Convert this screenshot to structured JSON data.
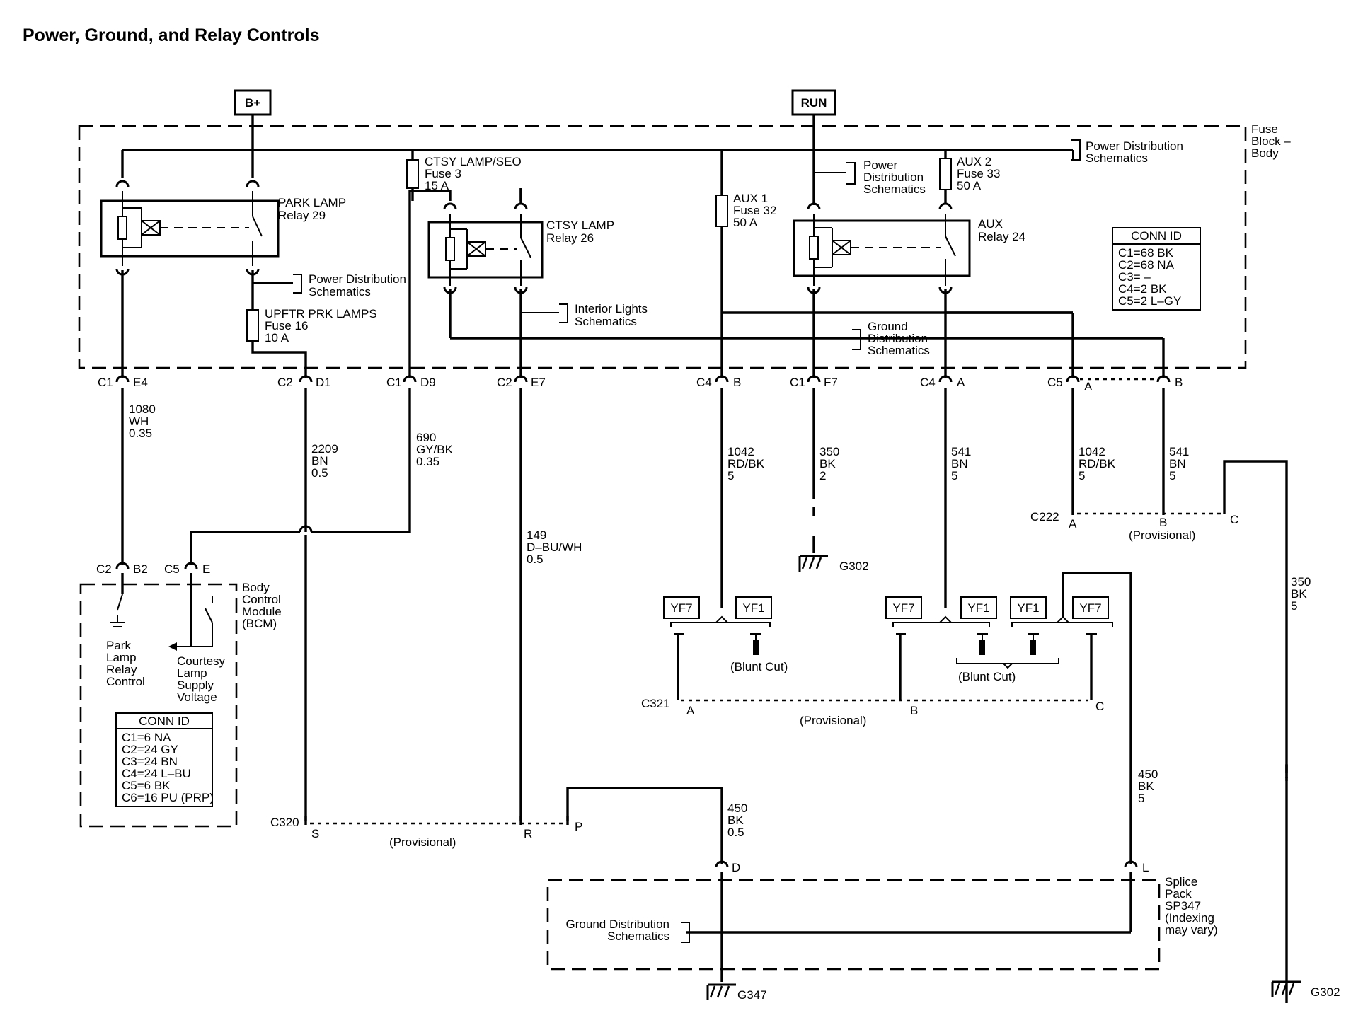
{
  "title": "Power, Ground, and Relay Controls",
  "power": {
    "bplus": "B+",
    "run": "RUN"
  },
  "fuse_block": {
    "label": [
      "Fuse",
      "Block –",
      "Body"
    ]
  },
  "components": {
    "park_relay": [
      "PARK LAMP",
      "Relay 29"
    ],
    "ctsy_relay": [
      "CTSY LAMP",
      "Relay 26"
    ],
    "aux_relay": [
      "AUX",
      "Relay 24"
    ],
    "fuse_ctsy": [
      "CTSY LAMP/SEO",
      "Fuse 3",
      "15 A"
    ],
    "fuse_aux1": [
      "AUX 1",
      "Fuse 32",
      "50 A"
    ],
    "fuse_aux2": [
      "AUX 2",
      "Fuse 33",
      "50 A"
    ],
    "fuse_upftr": [
      "UPFTR PRK LAMPS",
      "Fuse 16",
      "10 A"
    ]
  },
  "refs": {
    "pwr_dist_top": [
      "Power Distribution",
      "Schematics"
    ],
    "pwr_dist_mid": [
      "Power",
      "Distribution",
      "Schematics"
    ],
    "pwr_dist_left": [
      "Power Distribution",
      "Schematics"
    ],
    "interior": [
      "Interior Lights",
      "Schematics"
    ],
    "ground_dist": [
      "Ground",
      "Distribution",
      "Schematics"
    ],
    "ground_dist_bottom": [
      "Ground Distribution",
      "Schematics"
    ]
  },
  "conn_id_fuse": {
    "title": "CONN ID",
    "rows": [
      "C1=68 BK",
      "C2=68 NA",
      "C3= –",
      "C4=2 BK",
      "C5=2 L–GY"
    ]
  },
  "conn_id_bcm": {
    "title": "CONN ID",
    "rows": [
      "C1=6 NA",
      "C2=24 GY",
      "C3=24 BN",
      "C4=24 L–BU",
      "C5=6 BK",
      "C6=16 PU (PRP)"
    ]
  },
  "connectors": {
    "e4": [
      "C1",
      "E4"
    ],
    "d1": [
      "C2",
      "D1"
    ],
    "d9": [
      "C1",
      "D9"
    ],
    "e7": [
      "C2",
      "E7"
    ],
    "c4b": [
      "C4",
      "B"
    ],
    "f7": [
      "C1",
      "F7"
    ],
    "c4a": [
      "C4",
      "A"
    ],
    "c5a": [
      "C5",
      "A"
    ],
    "c5b": "B",
    "b2": [
      "C2",
      "B2"
    ],
    "c5e": [
      "C5",
      "E"
    ]
  },
  "wires": {
    "w1080": [
      "1080",
      "WH",
      "0.35"
    ],
    "w2209": [
      "2209",
      "BN",
      "0.5"
    ],
    "w690": [
      "690",
      "GY/BK",
      "0.35"
    ],
    "w149": [
      "149",
      "D–BU/WH",
      "0.5"
    ],
    "w1042a": [
      "1042",
      "RD/BK",
      "5"
    ],
    "w350a": [
      "350",
      "BK",
      "2"
    ],
    "w541a": [
      "541",
      "BN",
      "5"
    ],
    "w1042b": [
      "1042",
      "RD/BK",
      "5"
    ],
    "w541b": [
      "541",
      "BN",
      "5"
    ],
    "w350b": [
      "350",
      "BK",
      "5"
    ],
    "w450a": [
      "450",
      "BK",
      "0.5"
    ],
    "w450b": [
      "450",
      "BK",
      "5"
    ]
  },
  "bcm": {
    "label": [
      "Body",
      "Control",
      "Module",
      "(BCM)"
    ],
    "park_ctrl": [
      "Park",
      "Lamp",
      "Relay",
      "Control"
    ],
    "ctsy_supply": [
      "Courtesy",
      "Lamp",
      "Supply",
      "Voltage"
    ]
  },
  "c222": {
    "name": "C222",
    "pins": [
      "A",
      "B",
      "C"
    ],
    "note": "(Provisional)"
  },
  "c321": {
    "name": "C321",
    "pins": [
      "A",
      "B",
      "C"
    ],
    "note": "(Provisional)"
  },
  "c320": {
    "name": "C320",
    "pins": [
      "S",
      "R",
      "P"
    ],
    "note": "(Provisional)"
  },
  "options": {
    "yf7": "YF7",
    "yf1": "YF1",
    "blunt": "(Blunt Cut)"
  },
  "grounds": {
    "g302": "G302",
    "g347": "G347"
  },
  "splice": {
    "label": [
      "Splice",
      "Pack",
      "SP347",
      "(Indexing",
      "may vary)"
    ],
    "pin_d": "D",
    "pin_l": "L"
  }
}
